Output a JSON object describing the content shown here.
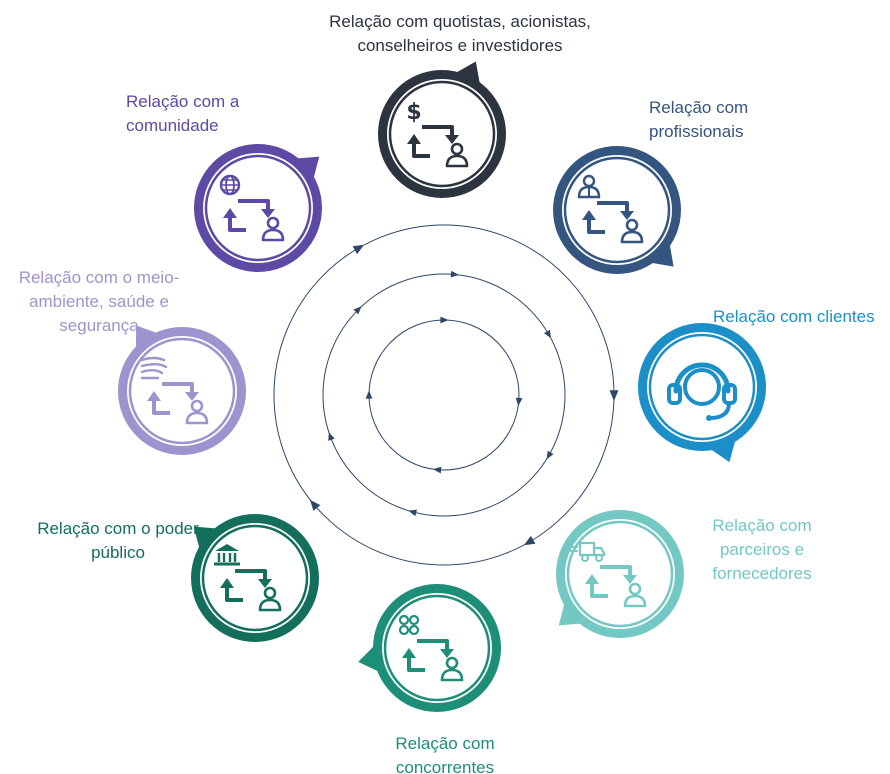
{
  "nodes": [
    {
      "id": "investidores",
      "color": "#2c3440",
      "icon": "dollar-icon",
      "label": [
        "Relação com quotistas, acionistas,",
        "conselheiros e investidores"
      ]
    },
    {
      "id": "profissionais",
      "color": "#34557f",
      "icon": "professional-icon",
      "label": [
        "Relação com",
        "profissionais"
      ]
    },
    {
      "id": "clientes",
      "color": "#1c8fc8",
      "icon": "headset-icon",
      "label": [
        "Relação com clientes"
      ]
    },
    {
      "id": "fornecedores",
      "color": "#73c8c3",
      "icon": "truck-icon",
      "label": [
        "Relação com",
        "parceiros e",
        "fornecedores"
      ]
    },
    {
      "id": "concorrentes",
      "color": "#1d8f79",
      "icon": "shapes-icon",
      "label": [
        "Relação com",
        "concorrentes"
      ]
    },
    {
      "id": "poder-publico",
      "color": "#146e5c",
      "icon": "government-building-icon",
      "label": [
        "Relação com o poder",
        "público"
      ]
    },
    {
      "id": "meio-ambiente",
      "color": "#9f93cf",
      "icon": "wind-icon",
      "label": [
        "Relação com o meio-",
        "ambiente, saúde e",
        "segurança"
      ]
    },
    {
      "id": "comunidade",
      "color": "#5c4aa4",
      "icon": "globe-icon",
      "label": [
        "Relação com a",
        "comunidade"
      ]
    }
  ],
  "rings": {
    "color": "#2d4769",
    "count": 3
  }
}
